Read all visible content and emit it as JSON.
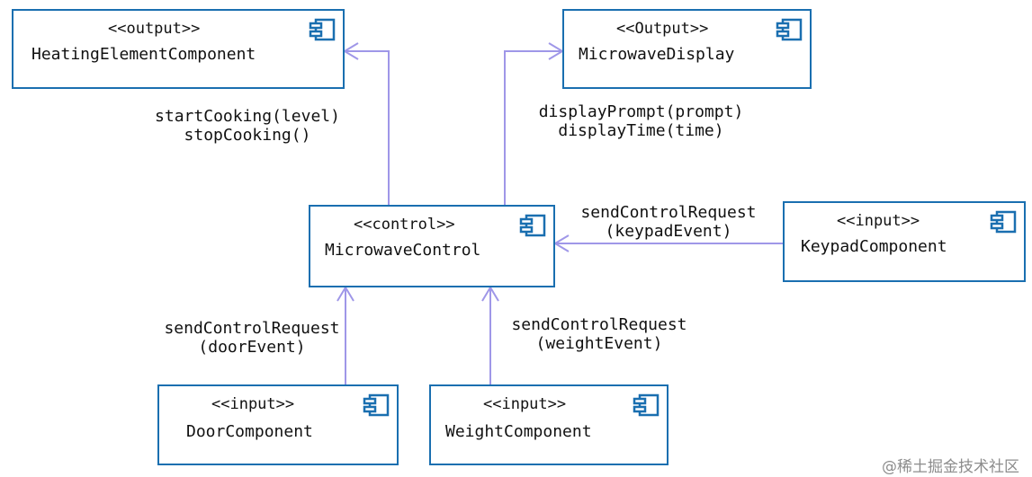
{
  "colors": {
    "border": "#1a6fb0",
    "arrow": "#9f97e8",
    "text": "#111111",
    "watermark": "#8c8c8c"
  },
  "components": {
    "heating": {
      "stereotype": "<<output>>",
      "name": "HeatingElementComponent",
      "icon": "component-icon"
    },
    "display": {
      "stereotype": "<<Output>>",
      "name": "MicrowaveDisplay",
      "icon": "component-icon"
    },
    "control": {
      "stereotype": "<<control>>",
      "name": "MicrowaveControl",
      "icon": "component-icon"
    },
    "keypad": {
      "stereotype": "<<input>>",
      "name": "KeypadComponent",
      "icon": "component-icon"
    },
    "door": {
      "stereotype": "<<input>>",
      "name": "DoorComponent",
      "icon": "component-icon"
    },
    "weight": {
      "stereotype": "<<input>>",
      "name": "WeightComponent",
      "icon": "component-icon"
    }
  },
  "edges": {
    "to_heating": {
      "line1": "startCooking(level)",
      "line2": "stopCooking()"
    },
    "to_display": {
      "line1": "displayPrompt(prompt)",
      "line2": "displayTime(time)"
    },
    "from_keypad": {
      "line1": "sendControlRequest",
      "line2": "(keypadEvent)"
    },
    "from_door": {
      "line1": "sendControlRequest",
      "line2": "(doorEvent)"
    },
    "from_weight": {
      "line1": "sendControlRequest",
      "line2": "(weightEvent)"
    }
  },
  "watermark": "@稀土掘金技术社区"
}
